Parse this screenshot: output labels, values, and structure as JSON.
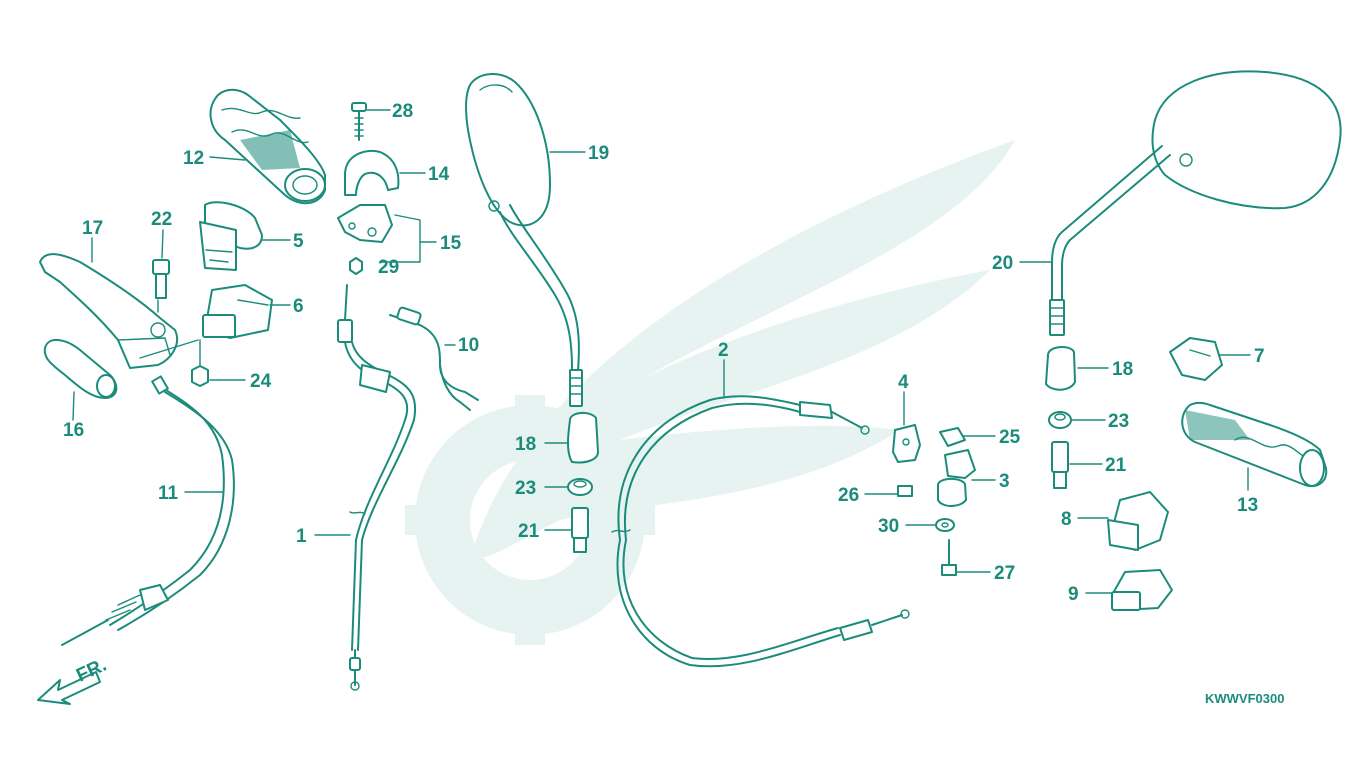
{
  "diagram": {
    "colors": {
      "line": "#1b8c7c",
      "watermark": "#e6f3f0",
      "background": "#ffffff"
    },
    "callouts": [
      {
        "id": "p1",
        "label": "1"
      },
      {
        "id": "p2",
        "label": "2"
      },
      {
        "id": "p3",
        "label": "3"
      },
      {
        "id": "p4",
        "label": "4"
      },
      {
        "id": "p5",
        "label": "5"
      },
      {
        "id": "p6",
        "label": "6"
      },
      {
        "id": "p7",
        "label": "7"
      },
      {
        "id": "p8",
        "label": "8"
      },
      {
        "id": "p9",
        "label": "9"
      },
      {
        "id": "p10",
        "label": "10"
      },
      {
        "id": "p11",
        "label": "11"
      },
      {
        "id": "p12",
        "label": "12"
      },
      {
        "id": "p13",
        "label": "13"
      },
      {
        "id": "p14",
        "label": "14"
      },
      {
        "id": "p15",
        "label": "15"
      },
      {
        "id": "p16",
        "label": "16"
      },
      {
        "id": "p17",
        "label": "17"
      },
      {
        "id": "p18a",
        "label": "18"
      },
      {
        "id": "p18b",
        "label": "18"
      },
      {
        "id": "p19",
        "label": "19"
      },
      {
        "id": "p20",
        "label": "20"
      },
      {
        "id": "p21a",
        "label": "21"
      },
      {
        "id": "p21b",
        "label": "21"
      },
      {
        "id": "p22",
        "label": "22"
      },
      {
        "id": "p23a",
        "label": "23"
      },
      {
        "id": "p23b",
        "label": "23"
      },
      {
        "id": "p24",
        "label": "24"
      },
      {
        "id": "p25",
        "label": "25"
      },
      {
        "id": "p26",
        "label": "26"
      },
      {
        "id": "p27",
        "label": "27"
      },
      {
        "id": "p28",
        "label": "28"
      },
      {
        "id": "p29",
        "label": "29"
      },
      {
        "id": "p30",
        "label": "30"
      }
    ],
    "front_marker": "FR.",
    "diagram_code": "KWWVF0300",
    "watermark_icon": "honda-wing-logo-icon"
  }
}
